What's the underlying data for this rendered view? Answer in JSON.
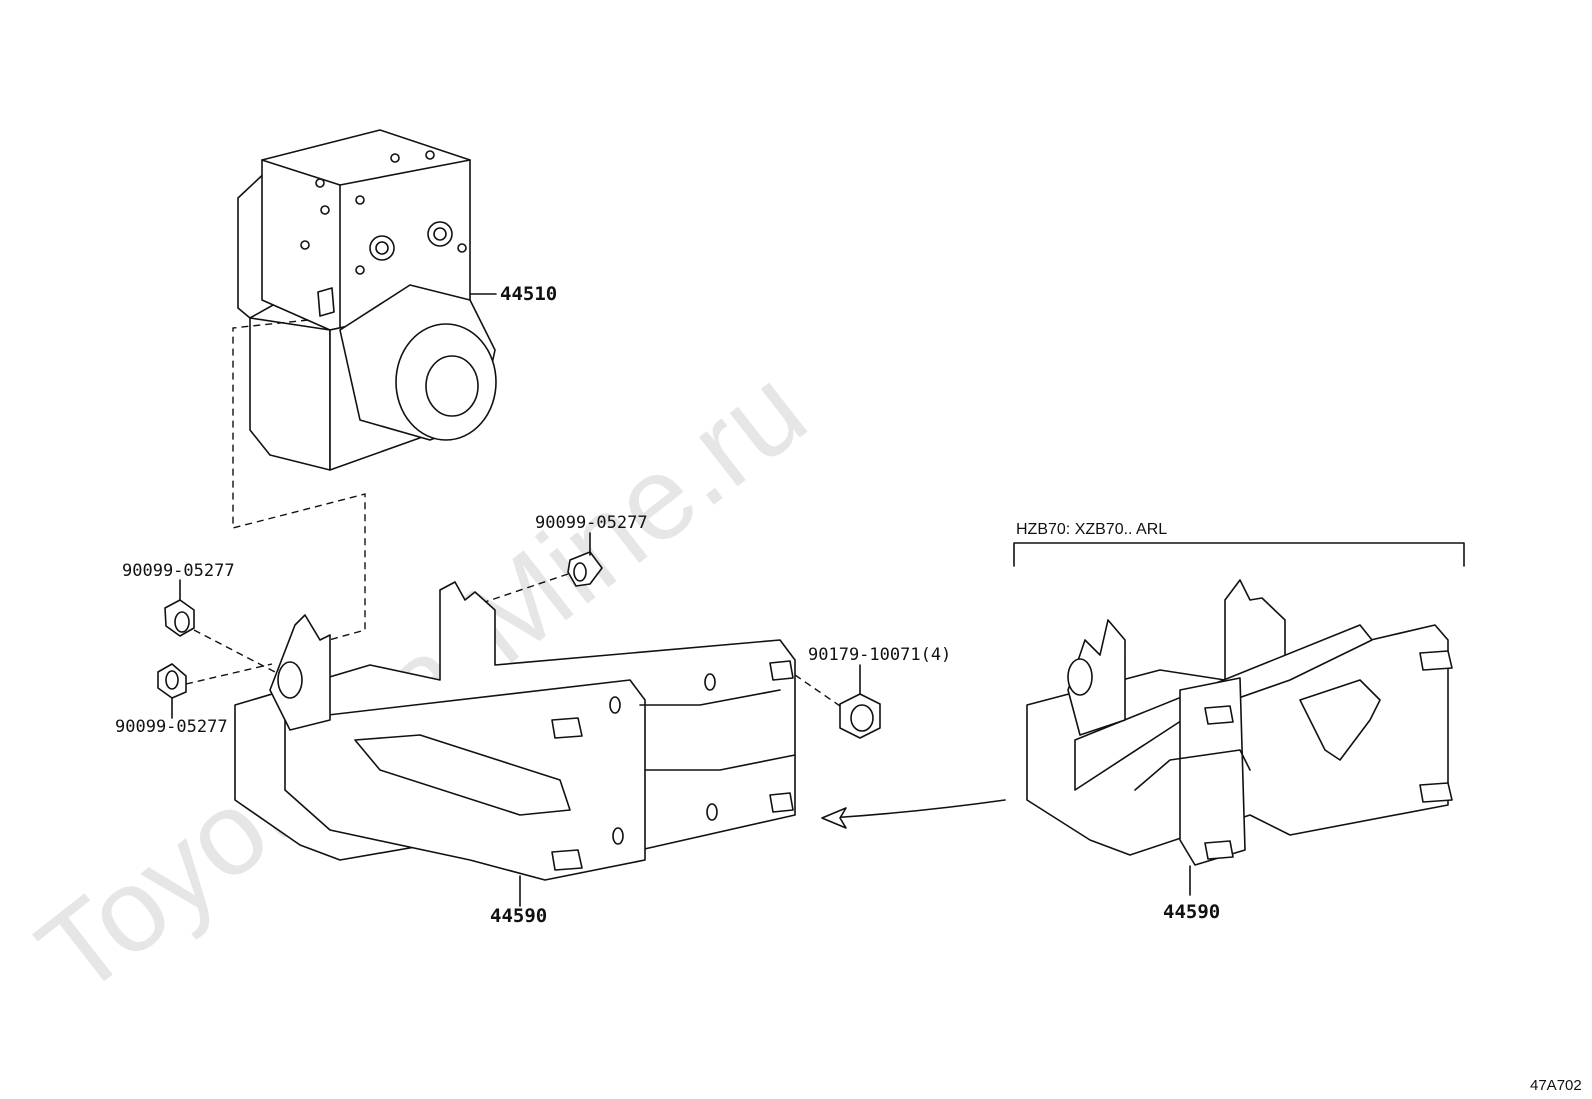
{
  "watermark": "ToyotaCarMine.ru",
  "variant_note": "HZB70: XZB70.. ARL",
  "figure_code": "47A702",
  "callouts": {
    "actuator": "44510",
    "bracket_left": "44590",
    "bracket_right": "44590",
    "nut_top": "90099-05277",
    "nut_left_upper": "90099-05277",
    "nut_left_lower": "90099-05277",
    "nut_right": "90179-10071(4)"
  }
}
